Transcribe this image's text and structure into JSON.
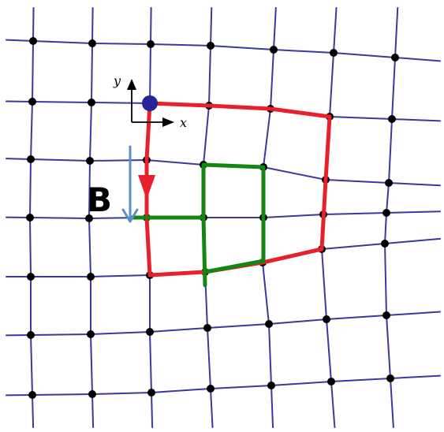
{
  "labels": {
    "y_axis": "y",
    "x_axis": "x",
    "b_label": "B"
  },
  "colors": {
    "grid": "#3a3a9c",
    "node": "#000000",
    "loop": "#e8202a",
    "origin_marker": "#252595",
    "green_path": "#138513",
    "b_arrow": "#5b8fc7"
  }
}
